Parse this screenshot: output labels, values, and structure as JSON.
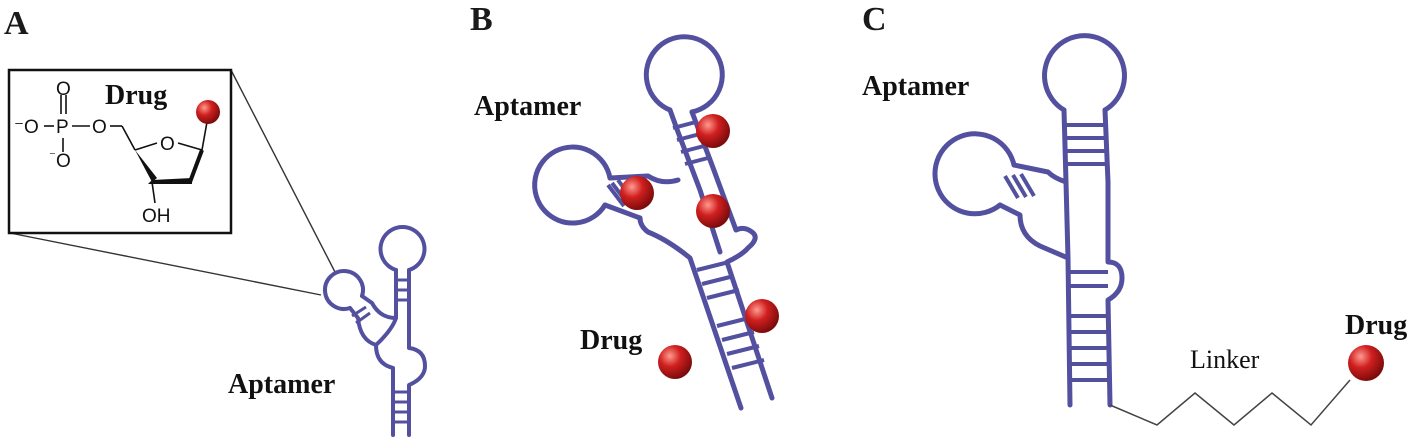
{
  "panels": [
    {
      "letter": "A"
    },
    {
      "letter": "B"
    },
    {
      "letter": "C"
    }
  ],
  "labels": {
    "aptamer": "Aptamer",
    "drug": "Drug",
    "linker": "Linker"
  },
  "chemical_structure": {
    "o_minus_left": "⁻O",
    "p": "P",
    "o_bridge": "O",
    "o_top": "O",
    "o_bottom": "O",
    "o_bottom_minus": "⁻",
    "o_ring": "O",
    "oh": "OH"
  },
  "colors": {
    "aptamer": "#5350a0",
    "drug": "#d01f1f",
    "drug_highlight": "#ff9a8f",
    "text": "#111111"
  }
}
